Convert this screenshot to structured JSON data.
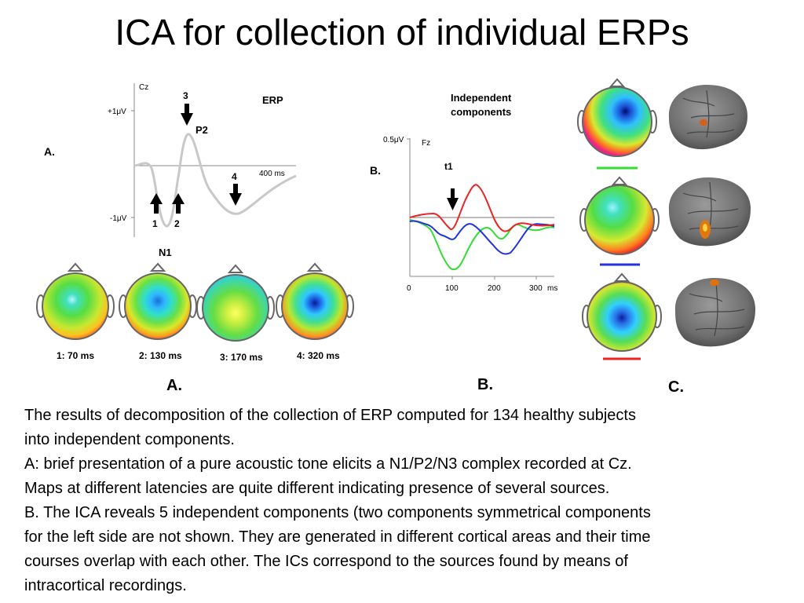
{
  "title": "ICA for collection of individual ERPs",
  "panel_a": {
    "label_top": "A.",
    "label_bottom": "A.",
    "erp_title": "ERP",
    "channel": "Cz",
    "y_pos_label": "+1μV",
    "y_neg_label": "-1μV",
    "x_tick_label": "400 ms",
    "arrow_labels": [
      "1",
      "2",
      "3",
      "4"
    ],
    "peak_labels": [
      "P2",
      "N1"
    ],
    "map_captions": [
      "1: 70 ms",
      "2: 130 ms",
      "3: 170 ms",
      "4: 320 ms"
    ]
  },
  "panel_b": {
    "label_left": "B.",
    "label_bottom": "B.",
    "title_line1": "Independent",
    "title_line2": "components",
    "y_label": "0.5μV",
    "channel": "Fz",
    "arrow_label": "t1",
    "x_ticks": [
      "0",
      "100",
      "200",
      "300",
      "ms"
    ]
  },
  "panel_c": {
    "label_bottom": "C."
  },
  "colors": {
    "green_trace": "#33dd33",
    "blue_trace": "#2233dd",
    "red_trace": "#ee2222",
    "erp_trace": "#c8c8c8"
  },
  "caption": [
    "The results of decomposition of the collection of ERP computed for 134 healthy subjects",
    "into independent components.",
    "A:  brief presentation of a pure acoustic tone elicits a N1/P2/N3 complex recorded at Cz.",
    "Maps at different latencies are quite different indicating presence of several sources.",
    "B. The ICA reveals 5 independent components (two components symmetrical components",
    "for the left side are not shown.  They are generated in different cortical areas and their time",
    "courses overlap with each other.  The ICs correspond to the sources found by means of",
    "intracortical recordings."
  ]
}
